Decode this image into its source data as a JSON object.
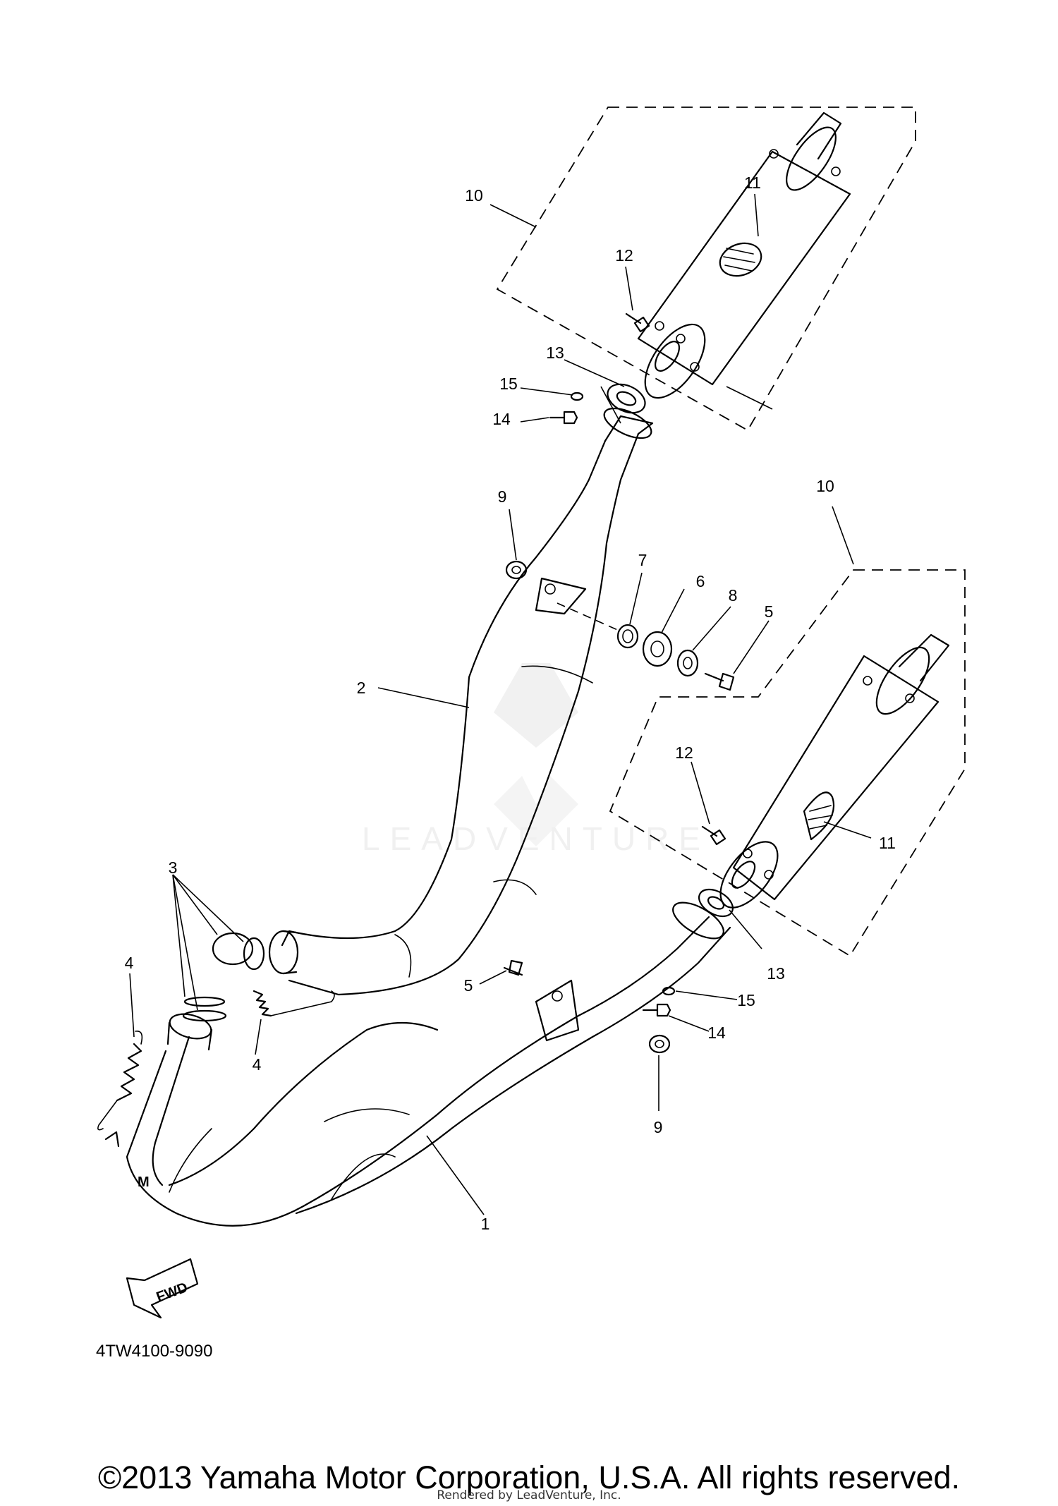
{
  "diagram_code": "4TW4100-9090",
  "fwd_label": "FWD",
  "watermark": "LEADVENTURE",
  "copyright": "©2013 Yamaha Motor Corporation, U.S.A. All rights reserved.",
  "rendered_by": "Rendered by LeadVenture, Inc.",
  "callouts": {
    "c1": "1",
    "c2": "2",
    "c3": "3",
    "c4a": "4",
    "c4b": "4",
    "c5a": "5",
    "c5b": "5",
    "c6": "6",
    "c7": "7",
    "c8": "8",
    "c9a": "9",
    "c9b": "9",
    "c10a": "10",
    "c10b": "10",
    "c11a": "11",
    "c11b": "11",
    "c12a": "12",
    "c12b": "12",
    "c13a": "13",
    "c13b": "13",
    "c14a": "14",
    "c14b": "14",
    "c15a": "15",
    "c15b": "15"
  }
}
